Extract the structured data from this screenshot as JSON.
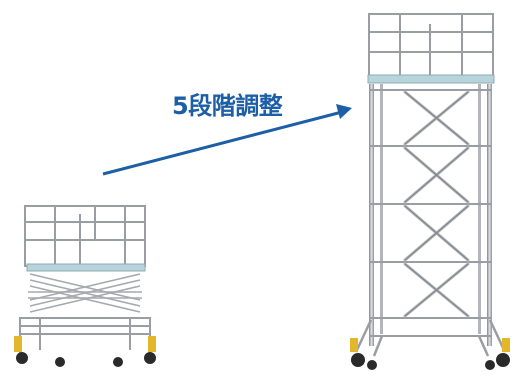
{
  "caption": "5段階調整",
  "colors": {
    "arrow": "#1d5fa6",
    "caption": "#1d5fa6",
    "frame": "#9a9ea3",
    "frame_light": "#c9ccd0",
    "deck": "#b7d3dc",
    "wheel": "#2a2a2a",
    "accent": "#e3b72c"
  },
  "objects": [
    {
      "name": "scaffold-lowered",
      "state": "lowered"
    },
    {
      "name": "scaffold-raised",
      "state": "raised"
    }
  ]
}
